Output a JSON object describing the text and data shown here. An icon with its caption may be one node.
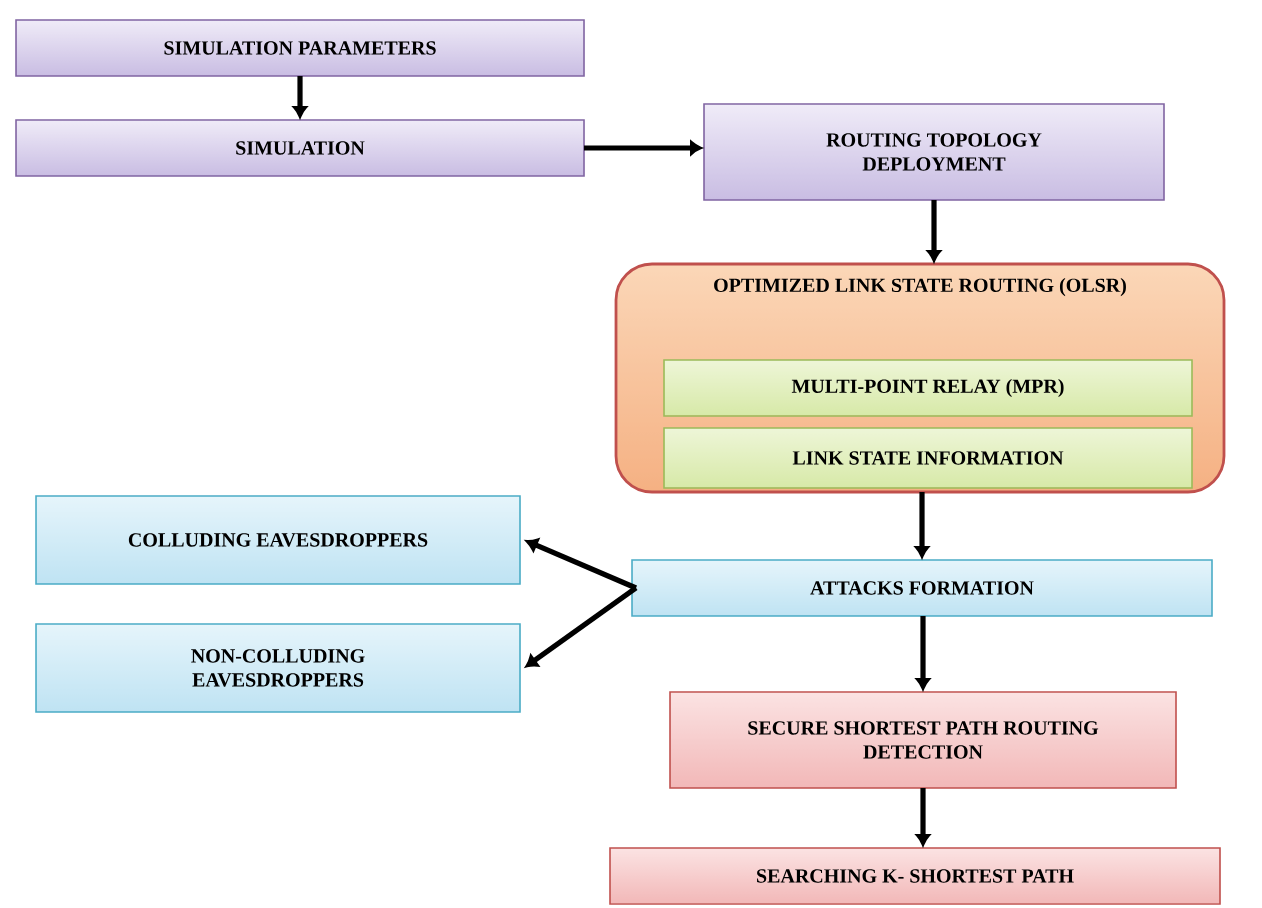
{
  "diagram": {
    "nodes": [
      {
        "text": [
          "SIMULATION PARAMETERS"
        ]
      },
      {
        "text": [
          "SIMULATION"
        ]
      },
      {
        "text": [
          "ROUTING TOPOLOGY DEPLOYMENT"
        ]
      },
      {
        "text": [
          "OPTIMIZED LINK STATE ROUTING (OLSR)"
        ]
      },
      {
        "text": [
          "MULTI-POINT RELAY (MPR)"
        ],
        "in": 3
      },
      {
        "text": [
          "LINK STATE INFORMATION"
        ],
        "in": 3
      },
      {
        "text": [
          "COLLUDING EAVESDROPPERS"
        ]
      },
      {
        "text": [
          "ATTACKS FORMATION"
        ]
      },
      {
        "text": [
          "NON-COLLUDING EAVESDROPPERS"
        ]
      },
      {
        "text": [
          "SECURE SHORTEST PATH ROUTING DETECTION"
        ]
      },
      {
        "text": [
          "SEARCHING K- SHORTEST PATH"
        ]
      }
    ],
    "edges": [
      {
        "from": 0,
        "to": 1,
        "arrow": "to"
      },
      {
        "from": 1,
        "to": 2,
        "arrow": "to"
      },
      {
        "from": 2,
        "to": 3,
        "arrow": "to"
      },
      {
        "from": 3,
        "to": 7,
        "arrow": "to"
      },
      {
        "from": 7,
        "to": 6,
        "arrow": "to"
      },
      {
        "from": 7,
        "to": 8,
        "arrow": "to"
      },
      {
        "from": 7,
        "to": 9,
        "arrow": "to"
      },
      {
        "from": 9,
        "to": 10,
        "arrow": "to"
      }
    ]
  }
}
